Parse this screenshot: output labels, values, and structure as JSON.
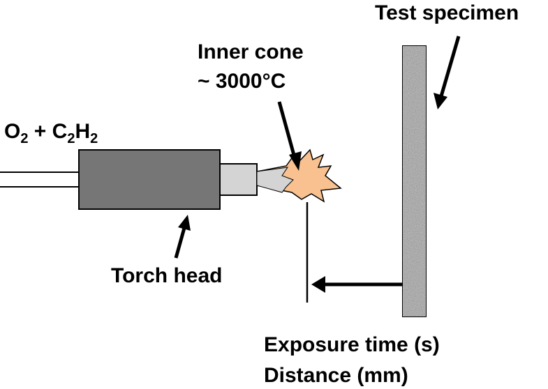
{
  "labels": {
    "gas_o": "O",
    "gas_o_sub": "2",
    "gas_plus_c": " + C",
    "gas_c_sub": "2",
    "gas_h": "H",
    "gas_h_sub": "2",
    "inner_cone_line1": "Inner cone",
    "inner_cone_line2": "~ 3000°C",
    "test_specimen": "Test specimen",
    "torch_head": "Torch head",
    "exposure_time": "Exposure time (s)",
    "distance": "Distance (mm)"
  },
  "colors": {
    "torch_body": "#767676",
    "torch_nozzle": "#d4d4d4",
    "flame": "#f8c18f",
    "specimen": "#bdbdbd",
    "outline": "#000000"
  }
}
